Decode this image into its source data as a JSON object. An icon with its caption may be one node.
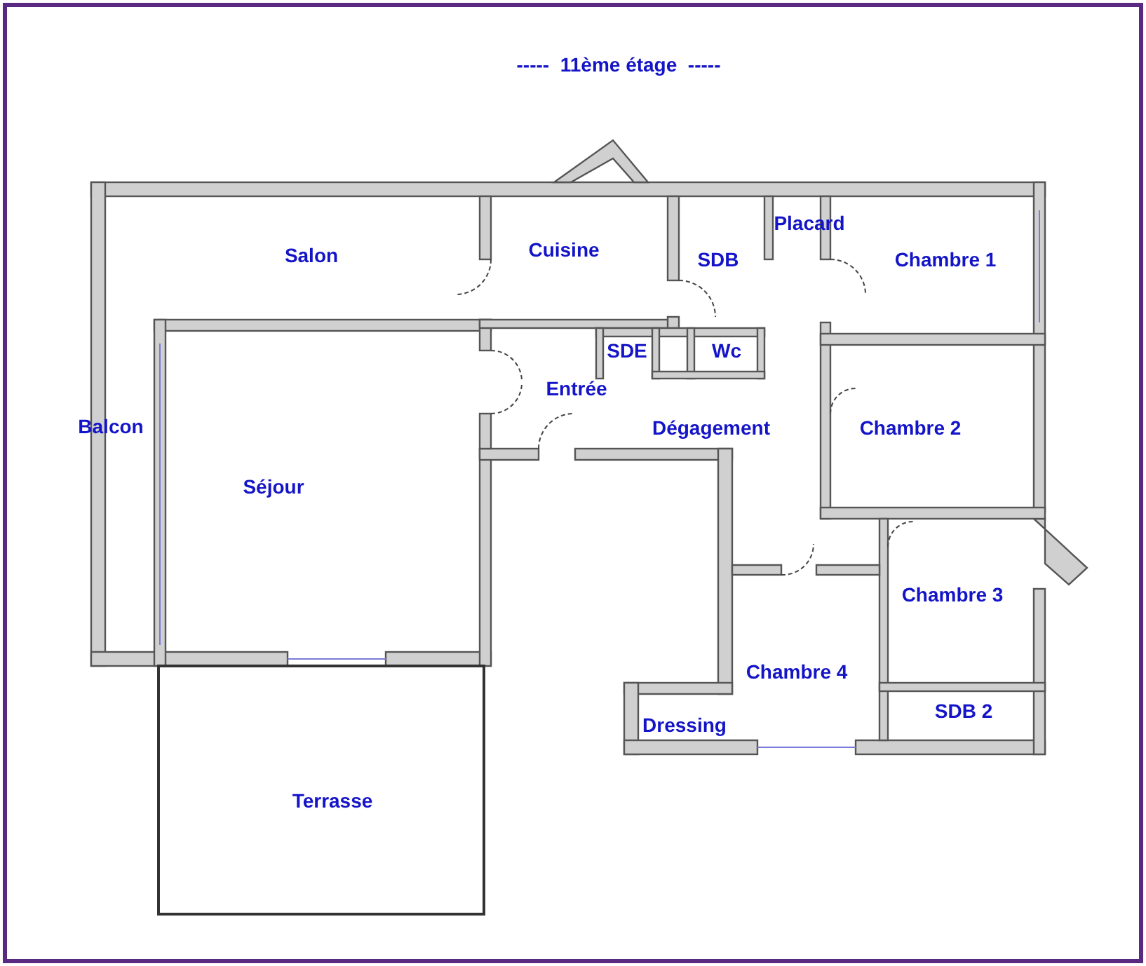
{
  "diagram": {
    "title": "-----  11ème étage  -----",
    "nodes": [
      {
        "text": [
          "Salon"
        ]
      },
      {
        "text": [
          "Cuisine"
        ]
      },
      {
        "text": [
          "SDB"
        ]
      },
      {
        "text": [
          "Placard"
        ]
      },
      {
        "text": [
          "Chambre 1"
        ]
      },
      {
        "text": [
          "SDE"
        ]
      },
      {
        "text": [
          "Wc"
        ]
      },
      {
        "text": [
          "Entrée"
        ]
      },
      {
        "text": [
          "Balcon"
        ]
      },
      {
        "text": [
          "Dégagement"
        ]
      },
      {
        "text": [
          "Chambre 2"
        ]
      },
      {
        "text": [
          "Séjour"
        ]
      },
      {
        "text": [
          "Chambre 3"
        ]
      },
      {
        "text": [
          "Chambre 4"
        ]
      },
      {
        "text": [
          "SDB 2"
        ]
      },
      {
        "text": [
          "Dressing"
        ]
      },
      {
        "text": [
          "Terrasse"
        ]
      }
    ]
  }
}
